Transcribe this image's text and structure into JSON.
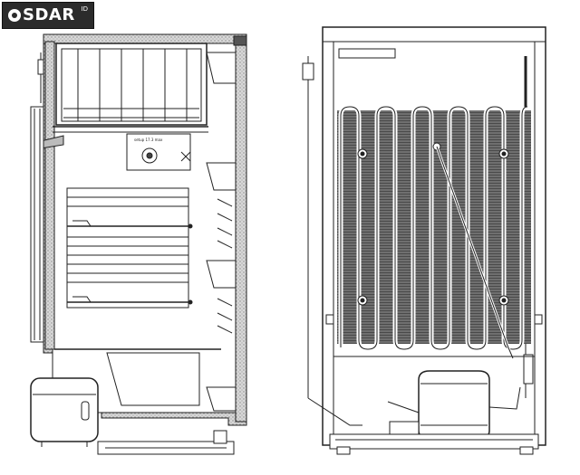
{
  "logo": {
    "text": "SDAR",
    "suffix": "ID",
    "bg": "#2b2b2b"
  },
  "diagram": {
    "knob_label": "setup 17.3 max",
    "line_color": "#222222",
    "insulation_color": "#c8c8c8"
  }
}
